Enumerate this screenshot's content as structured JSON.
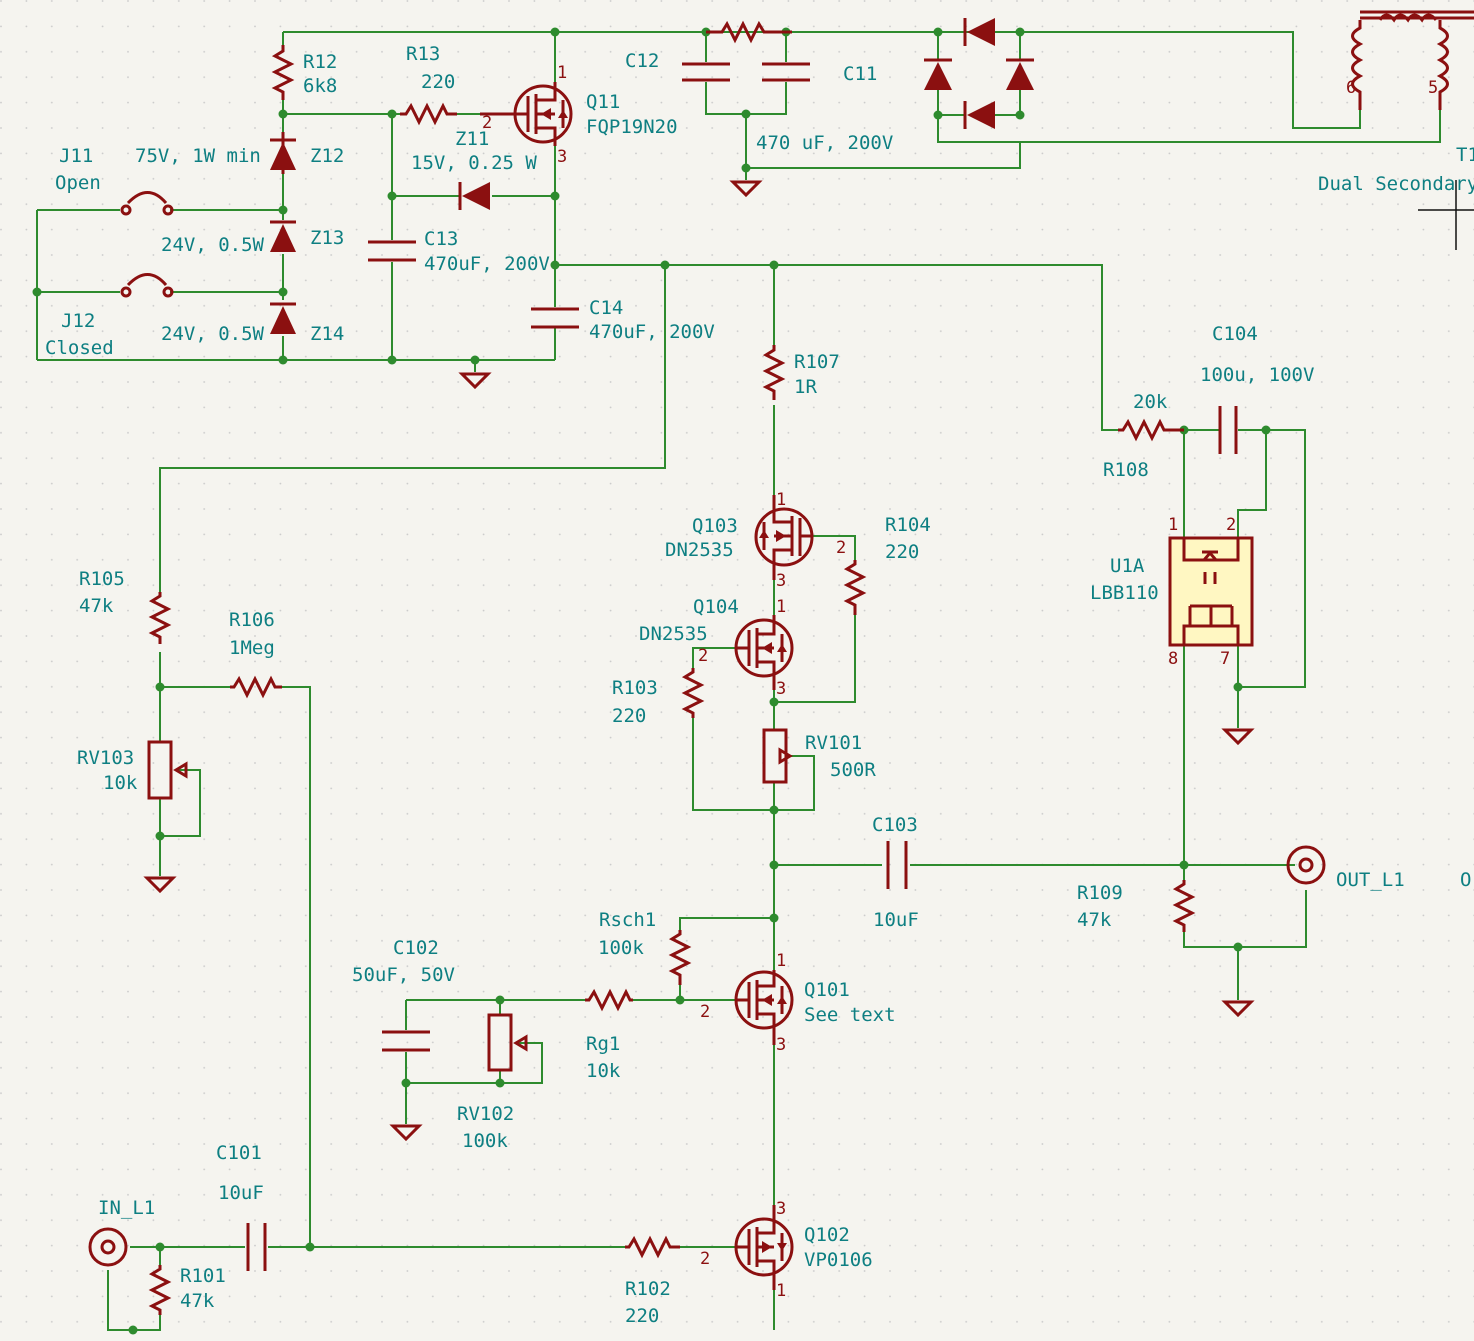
{
  "labels": [
    {
      "id": "r12-ref",
      "text": "R12"
    },
    {
      "id": "r12-val",
      "text": "6k8"
    },
    {
      "id": "r13-ref",
      "text": "R13"
    },
    {
      "id": "r13-val",
      "text": "220"
    },
    {
      "id": "q11-ref",
      "text": "Q11"
    },
    {
      "id": "q11-val",
      "text": "FQP19N20"
    },
    {
      "id": "c12-ref",
      "text": "C12"
    },
    {
      "id": "c11-ref",
      "text": "C11"
    },
    {
      "id": "c11-val",
      "text": "470 uF, 200V"
    },
    {
      "id": "j11-ref",
      "text": "J11"
    },
    {
      "id": "j11-val",
      "text": "Open"
    },
    {
      "id": "z12-val",
      "text": "75V, 1W min"
    },
    {
      "id": "z12-ref",
      "text": "Z12"
    },
    {
      "id": "z11-ref",
      "text": "Z11"
    },
    {
      "id": "z11-val",
      "text": "15V, 0.25 W"
    },
    {
      "id": "t1-ref",
      "text": "T1"
    },
    {
      "id": "t1-val",
      "text": "Dual Secondary"
    },
    {
      "id": "z13-val",
      "text": "24V, 0.5W"
    },
    {
      "id": "z13-ref",
      "text": "Z13"
    },
    {
      "id": "c13-ref",
      "text": "C13"
    },
    {
      "id": "c13-val",
      "text": "470uF, 200V"
    },
    {
      "id": "c14-ref",
      "text": "C14"
    },
    {
      "id": "c14-val",
      "text": "470uF, 200V"
    },
    {
      "id": "j12-ref",
      "text": "J12"
    },
    {
      "id": "j12-val",
      "text": "Closed"
    },
    {
      "id": "z14-val",
      "text": "24V, 0.5W"
    },
    {
      "id": "z14-ref",
      "text": "Z14"
    },
    {
      "id": "c104-ref",
      "text": "C104"
    },
    {
      "id": "c104-val",
      "text": "100u, 100V"
    },
    {
      "id": "r107-ref",
      "text": "R107"
    },
    {
      "id": "r107-val",
      "text": "1R"
    },
    {
      "id": "r108-val",
      "text": "20k"
    },
    {
      "id": "r108-ref",
      "text": "R108"
    },
    {
      "id": "q103-ref",
      "text": "Q103"
    },
    {
      "id": "q103-val",
      "text": "DN2535"
    },
    {
      "id": "r104-ref",
      "text": "R104"
    },
    {
      "id": "r104-val",
      "text": "220"
    },
    {
      "id": "u1a-ref",
      "text": "U1A"
    },
    {
      "id": "u1a-val",
      "text": "LBB110"
    },
    {
      "id": "r105-ref",
      "text": "R105"
    },
    {
      "id": "r105-val",
      "text": "47k"
    },
    {
      "id": "q104-ref",
      "text": "Q104"
    },
    {
      "id": "q104-val",
      "text": "DN2535"
    },
    {
      "id": "r106-ref",
      "text": "R106"
    },
    {
      "id": "r106-val",
      "text": "1Meg"
    },
    {
      "id": "r103-ref",
      "text": "R103"
    },
    {
      "id": "r103-val",
      "text": "220"
    },
    {
      "id": "rv101-ref",
      "text": "RV101"
    },
    {
      "id": "rv101-val",
      "text": "500R"
    },
    {
      "id": "rv103-ref",
      "text": "RV103"
    },
    {
      "id": "rv103-val",
      "text": "10k"
    },
    {
      "id": "c103-ref",
      "text": "C103"
    },
    {
      "id": "c103-val",
      "text": "10uF"
    },
    {
      "id": "out-ref",
      "text": "OUT_L1"
    },
    {
      "id": "out2-ref",
      "text": "O"
    },
    {
      "id": "r109-ref",
      "text": "R109"
    },
    {
      "id": "r109-val",
      "text": "47k"
    },
    {
      "id": "rsch1-ref",
      "text": "Rsch1"
    },
    {
      "id": "rsch1-val",
      "text": "100k"
    },
    {
      "id": "c102-ref",
      "text": "C102"
    },
    {
      "id": "c102-val",
      "text": "50uF, 50V"
    },
    {
      "id": "q101-ref",
      "text": "Q101"
    },
    {
      "id": "q101-val",
      "text": "See text"
    },
    {
      "id": "rg1-ref",
      "text": "Rg1"
    },
    {
      "id": "rg1-val",
      "text": "10k"
    },
    {
      "id": "rv102-ref",
      "text": "RV102"
    },
    {
      "id": "rv102-val",
      "text": "100k"
    },
    {
      "id": "c101-ref",
      "text": "C101"
    },
    {
      "id": "c101-val",
      "text": "10uF"
    },
    {
      "id": "in-ref",
      "text": "IN_L1"
    },
    {
      "id": "r101-ref",
      "text": "R101"
    },
    {
      "id": "r101-val",
      "text": "47k"
    },
    {
      "id": "q102-ref",
      "text": "Q102"
    },
    {
      "id": "q102-val",
      "text": "VP0106"
    },
    {
      "id": "r102-ref",
      "text": "R102"
    },
    {
      "id": "r102-val",
      "text": "220"
    }
  ],
  "pins": [
    {
      "id": "q11-p1",
      "text": "1"
    },
    {
      "id": "q11-p2",
      "text": "2"
    },
    {
      "id": "q11-p3",
      "text": "3"
    },
    {
      "id": "t1-p6",
      "text": "6"
    },
    {
      "id": "t1-p5",
      "text": "5"
    },
    {
      "id": "q103-p1",
      "text": "1"
    },
    {
      "id": "q103-p2",
      "text": "2"
    },
    {
      "id": "q103-p3",
      "text": "3"
    },
    {
      "id": "q104-p1",
      "text": "1"
    },
    {
      "id": "q104-p2",
      "text": "2"
    },
    {
      "id": "q104-p3",
      "text": "3"
    },
    {
      "id": "u1-p1",
      "text": "1"
    },
    {
      "id": "u1-p2",
      "text": "2"
    },
    {
      "id": "u1-p8",
      "text": "8"
    },
    {
      "id": "u1-p7",
      "text": "7"
    },
    {
      "id": "q101-p1",
      "text": "1"
    },
    {
      "id": "q101-p2",
      "text": "2"
    },
    {
      "id": "q101-p3",
      "text": "3"
    },
    {
      "id": "q102-p3",
      "text": "3"
    },
    {
      "id": "q102-p2",
      "text": "2"
    },
    {
      "id": "q102-p1",
      "text": "1"
    }
  ],
  "colors": {
    "wire": "#2e8b2e",
    "component": "#8b1010",
    "label": "#0e7f82",
    "ic_fill": "#fff7c2",
    "background": "#f5f4ef"
  }
}
